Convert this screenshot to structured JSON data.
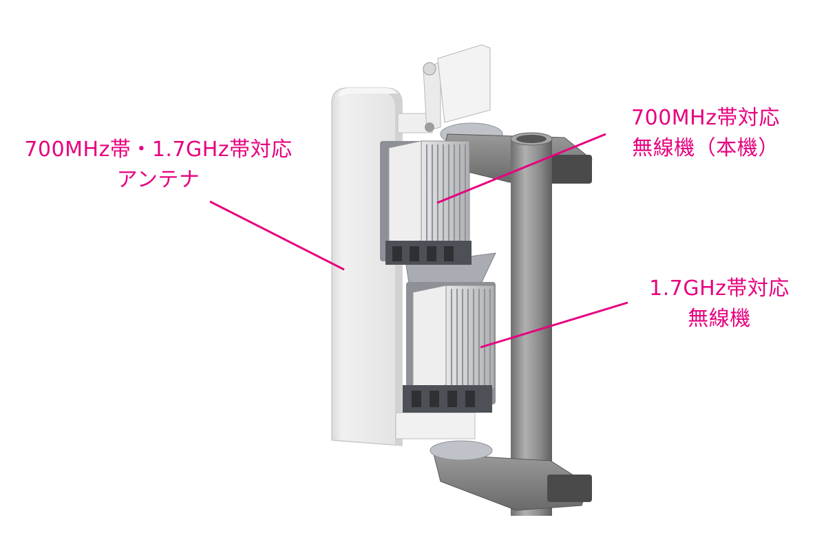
{
  "labels": {
    "antenna": {
      "line1": "700MHz帯・1.7GHz帯対応",
      "line2": "アンテナ"
    },
    "radio_700": {
      "line1": "700MHz帯対応",
      "line2": "無線機（本機）"
    },
    "radio_17": {
      "line1": "1.7GHz帯対応",
      "line2": "無線機"
    }
  },
  "colors": {
    "leader_line": "#e6007e",
    "label_text": "#e6007e",
    "background": "#ffffff",
    "antenna_panel": "#e8e8e8",
    "pole": "#8d8d8d",
    "radio_body": "#d4d6d8"
  }
}
